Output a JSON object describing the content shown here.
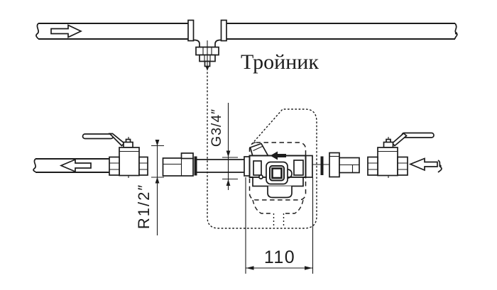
{
  "labels": {
    "tee": "Тройник",
    "dim_left_thread": "R1/2″",
    "dim_meter_thread": "G3/4″",
    "dim_meter_length": "110"
  },
  "symbols": {
    "top_pipe_flow": "arrow-right",
    "left_outlet_flow": "arrow-left",
    "right_inlet_flow": "arrow-left",
    "meter_flow_marker": "arrow-left"
  },
  "colors": {
    "line": "#1c1c1c",
    "background": "#ffffff"
  }
}
